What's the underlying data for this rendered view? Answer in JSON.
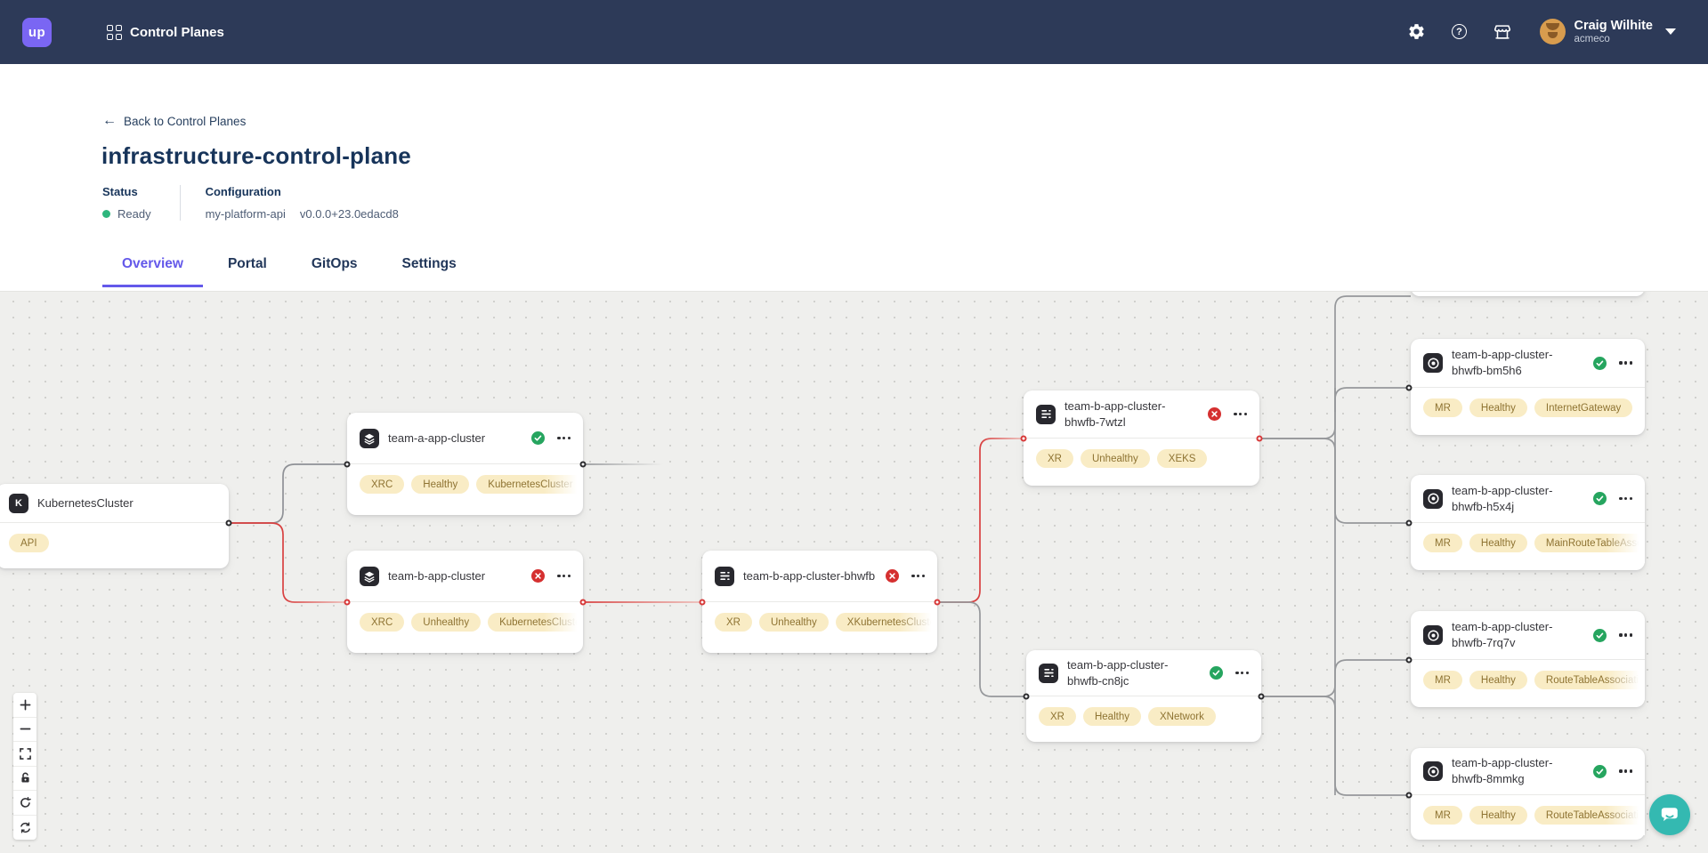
{
  "navbar": {
    "logo_text": "up",
    "app_title": "Control Planes",
    "icons": [
      "apps-grid",
      "settings-gear",
      "help",
      "marketplace"
    ],
    "user": {
      "name": "Craig Wilhite",
      "org": "acmeco"
    }
  },
  "header": {
    "back_link": "Back to Control Planes",
    "title": "infrastructure-control-plane",
    "status_label": "Status",
    "status_value": "Ready",
    "status_color": "#2eb67d",
    "config_label": "Configuration",
    "config_name": "my-platform-api",
    "config_version": "v0.0.0+23.0edacd8"
  },
  "tabs": [
    {
      "label": "Overview",
      "active": true
    },
    {
      "label": "Portal",
      "active": false
    },
    {
      "label": "GitOps",
      "active": false
    },
    {
      "label": "Settings",
      "active": false
    }
  ],
  "graph": {
    "nodes": [
      {
        "id": "kubernetescluster",
        "title": "KubernetesCluster",
        "icon": "k",
        "status": null,
        "menu": false,
        "badges": [
          "API"
        ],
        "fade": false
      },
      {
        "id": "team-a-app-cluster",
        "title": "team-a-app-cluster",
        "icon": "layers",
        "status": "success",
        "menu": true,
        "badges": [
          "XRC",
          "Healthy",
          "KubernetesCluster"
        ],
        "fade": true
      },
      {
        "id": "team-b-app-cluster",
        "title": "team-b-app-cluster",
        "icon": "layers",
        "status": "error",
        "menu": true,
        "badges": [
          "XRC",
          "Unhealthy",
          "KubernetesCluster"
        ],
        "fade": true
      },
      {
        "id": "team-b-app-cluster-bhwfb",
        "title": "team-b-app-cluster-bhwfb",
        "icon": "xr",
        "status": "error",
        "menu": true,
        "badges": [
          "XR",
          "Unhealthy",
          "XKubernetesCluster"
        ],
        "fade": true
      },
      {
        "id": "team-b-app-cluster-bhwfb-7wtzl",
        "title": "team-b-app-cluster-bhwfb-7wtzl",
        "icon": "xr",
        "status": "error",
        "menu": true,
        "badges": [
          "XR",
          "Unhealthy",
          "XEKS"
        ],
        "fade": false
      },
      {
        "id": "team-b-app-cluster-bhwfb-cn8jc",
        "title": "team-b-app-cluster-bhwfb-cn8jc",
        "icon": "xr",
        "status": "success",
        "menu": true,
        "badges": [
          "XR",
          "Healthy",
          "XNetwork"
        ],
        "fade": false
      },
      {
        "id": "top-clipped-node",
        "title": "",
        "icon": null,
        "status": null,
        "menu": false,
        "badges": [],
        "fade": false
      },
      {
        "id": "team-b-app-cluster-bhwfb-bm5h6",
        "title": "team-b-app-cluster-bhwfb-bm5h6",
        "icon": "mr",
        "status": "success",
        "menu": true,
        "badges": [
          "MR",
          "Healthy",
          "InternetGateway"
        ],
        "fade": false
      },
      {
        "id": "team-b-app-cluster-bhwfb-h5x4j",
        "title": "team-b-app-cluster-bhwfb-h5x4j",
        "icon": "mr",
        "status": "success",
        "menu": true,
        "badges": [
          "MR",
          "Healthy",
          "MainRouteTableAssociation"
        ],
        "fade": true
      },
      {
        "id": "team-b-app-cluster-bhwfb-7rq7v",
        "title": "team-b-app-cluster-bhwfb-7rq7v",
        "icon": "mr",
        "status": "success",
        "menu": true,
        "badges": [
          "MR",
          "Healthy",
          "RouteTableAssociation"
        ],
        "fade": true
      },
      {
        "id": "team-b-app-cluster-bhwfb-8mmkg",
        "title": "team-b-app-cluster-bhwfb-8mmkg",
        "icon": "mr",
        "status": "success",
        "menu": true,
        "badges": [
          "MR",
          "Healthy",
          "RouteTableAssociation"
        ],
        "fade": true
      }
    ],
    "controls": [
      "zoom-in",
      "zoom-out",
      "fit-view",
      "toggle-interactivity-lock",
      "reset-view",
      "refresh"
    ],
    "colors": {
      "success": "#26a55f",
      "error": "#d53030",
      "edge_gray": "#96989b",
      "edge_red": "#d84040",
      "edge_red_light": "#eec0bb",
      "badge_bg": "#f9ecc5",
      "badge_text": "#8e7332",
      "accent": "#6459ea",
      "chat": "#34b9b1"
    }
  }
}
